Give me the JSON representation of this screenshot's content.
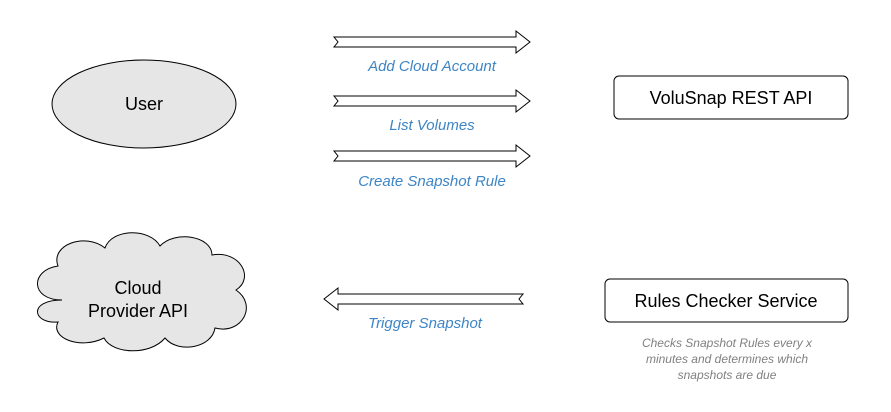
{
  "nodes": {
    "user": "User",
    "api": "VoluSnap REST API",
    "cloud_line1": "Cloud",
    "cloud_line2": "Provider API",
    "checker": "Rules Checker Service"
  },
  "edges": {
    "add_account": "Add Cloud Account",
    "list_volumes": "List Volumes",
    "create_rule": "Create Snapshot Rule",
    "trigger": "Trigger Snapshot"
  },
  "note": {
    "line1": "Checks Snapshot Rules every x",
    "line2": "minutes and determines which",
    "line3": "snapshots are due"
  },
  "colors": {
    "edge_label": "#3d85c6",
    "note_text": "#808080",
    "stroke": "#000000",
    "user_fill": "#e6e6e6",
    "cloud_fill": "#e6e6e6"
  }
}
